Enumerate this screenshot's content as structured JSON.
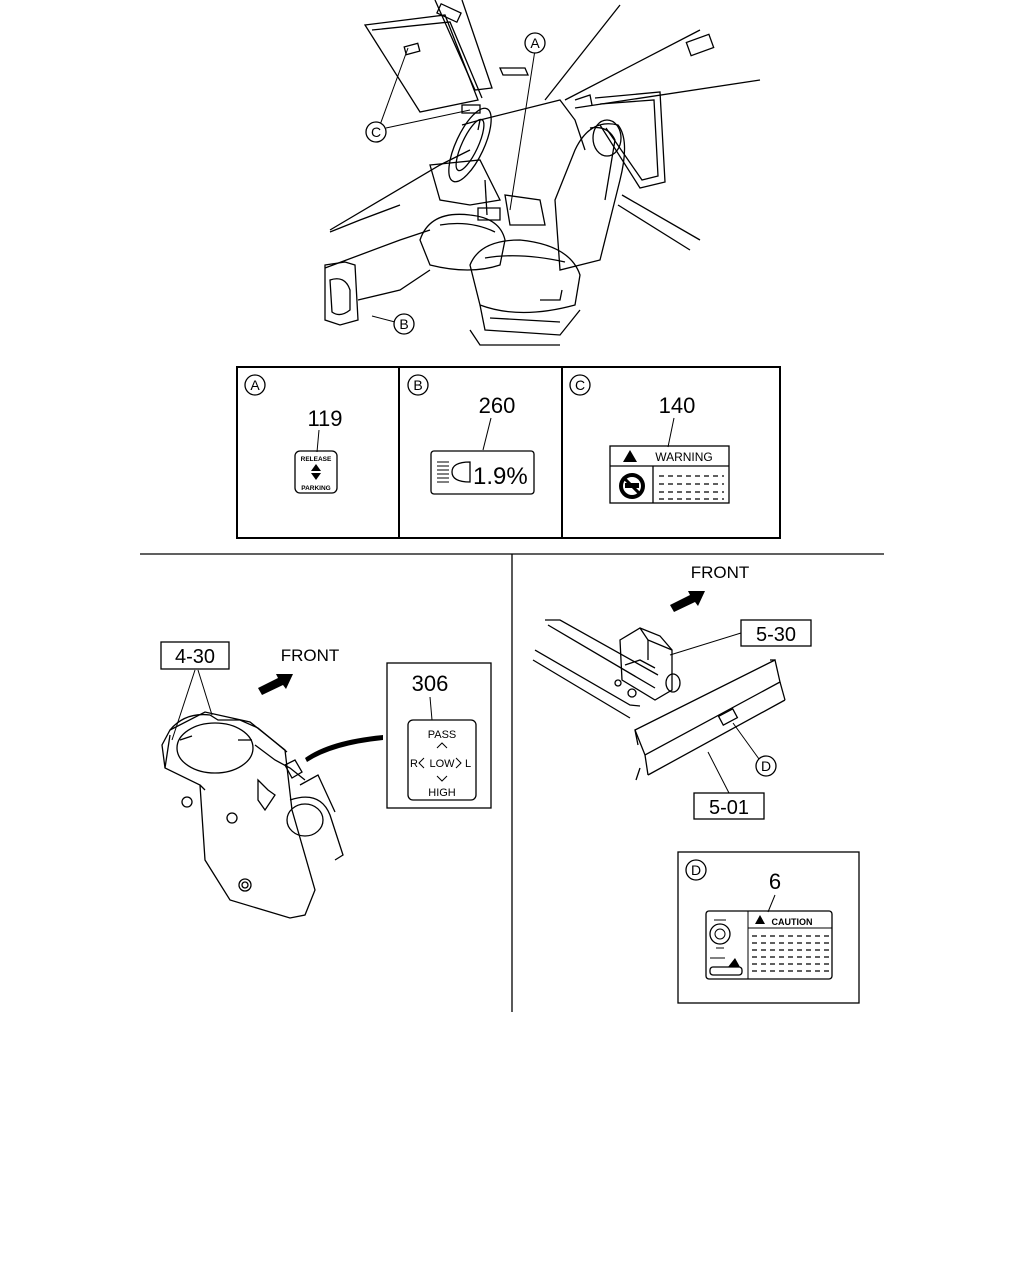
{
  "callouts": {
    "a": "A",
    "b": "B",
    "c": "C",
    "d": "D"
  },
  "table": {
    "cell_a": {
      "letter": "A",
      "part_number": "119",
      "line1": "RELEASE",
      "line2": "PARKING"
    },
    "cell_b": {
      "letter": "B",
      "part_number": "260",
      "label_text": "1.9%"
    },
    "cell_c": {
      "letter": "C",
      "part_number": "140",
      "label_text": "WARNING"
    }
  },
  "left_panel": {
    "ref_box": "4-30",
    "front_label": "FRONT",
    "label_box": {
      "part_number": "306",
      "top": "PASS",
      "middle_left": "R",
      "middle": "LOW",
      "middle_right": "L",
      "bottom": "HIGH"
    }
  },
  "right_panel": {
    "front_label": "FRONT",
    "ref_box_1": "5-30",
    "ref_box_2": "5-01",
    "callout": "D"
  },
  "inset_d": {
    "letter": "D",
    "part_number": "6",
    "label_text": "CAUTION"
  }
}
